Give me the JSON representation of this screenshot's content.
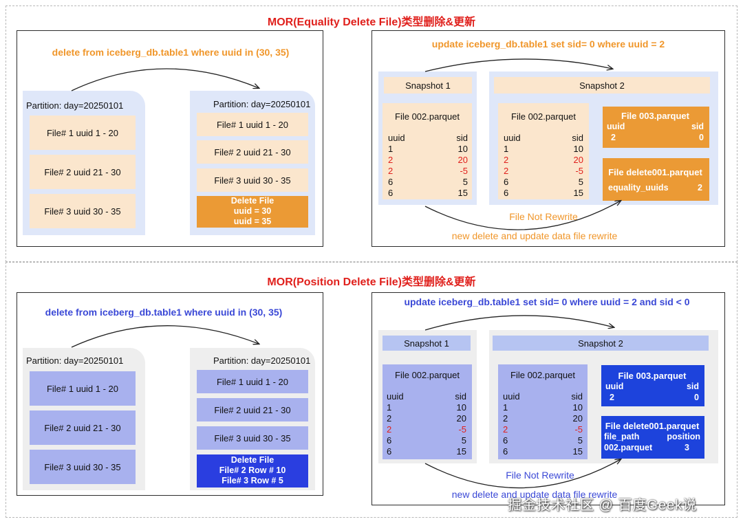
{
  "colors": {
    "title_red": "#e0201c",
    "orange_text": "#f0962a",
    "orange_fill": "#eb9a35",
    "beige_fill": "#fbe6cd",
    "pale_blue_bg": "#dfe7f9",
    "gray_bg": "#eeeeee",
    "lavender_fill": "#a8b1ee",
    "blue_text": "#3a48d6",
    "blue_solid": "#1d43dc",
    "snapshot_blue": "#b6c4f2"
  },
  "eq": {
    "title": "MOR(Equality Delete File)类型删除&更新",
    "left": {
      "query": "delete from iceberg_db.table1 where uuid in (30, 35)",
      "part_a": {
        "label": "Partition: day=20250101",
        "files": [
          "File# 1 uuid 1 - 20",
          "File# 2 uuid 21 - 30",
          "File# 3 uuid 30 - 35"
        ]
      },
      "part_b": {
        "label": "Partition: day=20250101",
        "files": [
          "File# 1 uuid 1 - 20",
          "File# 2 uuid 21 - 30",
          "File# 3 uuid 30 - 35"
        ],
        "delete_file": [
          "Delete File",
          "uuid = 30",
          "uuid = 35"
        ]
      }
    },
    "right": {
      "query": "update iceberg_db.table1 set sid= 0 where uuid = 2",
      "snapshot1": "Snapshot 1",
      "snapshot2": "Snapshot 2",
      "file002": "File 002.parquet",
      "col_uuid": "uuid",
      "col_sid": "sid",
      "rows": [
        [
          "1",
          "10"
        ],
        [
          "2",
          "20"
        ],
        [
          "2",
          "-5"
        ],
        [
          "6",
          "5"
        ],
        [
          "6",
          "15"
        ]
      ],
      "file003": {
        "title": "File 003.parquet",
        "h1": "uuid",
        "h2": "sid",
        "v1": "2",
        "v2": "0"
      },
      "delete001": {
        "title": "File delete001.parquet",
        "k": "equality_uuids",
        "v": "2"
      },
      "not_rewrite": "File Not Rewrite",
      "new_rewrite": "new delete and update data file rewrite"
    }
  },
  "pos": {
    "title": "MOR(Position Delete File)类型删除&更新",
    "left": {
      "query": "delete from iceberg_db.table1 where uuid in (30, 35)",
      "part_a": {
        "label": "Partition: day=20250101",
        "files": [
          "File# 1 uuid 1 - 20",
          "File# 2 uuid 21 - 30",
          "File# 3 uuid 30 - 35"
        ]
      },
      "part_b": {
        "label": "Partition: day=20250101",
        "files": [
          "File# 1 uuid 1 - 20",
          "File# 2 uuid 21 - 30",
          "File# 3 uuid 30 - 35"
        ],
        "delete_file": [
          "Delete File",
          "File# 2 Row # 10",
          "File# 3 Row # 5"
        ]
      }
    },
    "right": {
      "query": "update iceberg_db.table1 set sid= 0 where uuid = 2 and sid < 0",
      "snapshot1": "Snapshot 1",
      "snapshot2": "Snapshot 2",
      "file002": "File 002.parquet",
      "col_uuid": "uuid",
      "col_sid": "sid",
      "rows": [
        [
          "1",
          "10"
        ],
        [
          "2",
          "20"
        ],
        [
          "2",
          "-5"
        ],
        [
          "6",
          "5"
        ],
        [
          "6",
          "15"
        ]
      ],
      "file003": {
        "title": "File 003.parquet",
        "h1": "uuid",
        "h2": "sid",
        "v1": "2",
        "v2": "0"
      },
      "delete001": {
        "title": "File delete001.parquet",
        "k1": "file_path",
        "k2": "position",
        "v1": "002.parquet",
        "v2": "3"
      },
      "not_rewrite": "File Not Rewrite",
      "new_rewrite": "new delete and update data file rewrite"
    }
  },
  "watermark": "掘金技术社区 @ 百度Geek说"
}
